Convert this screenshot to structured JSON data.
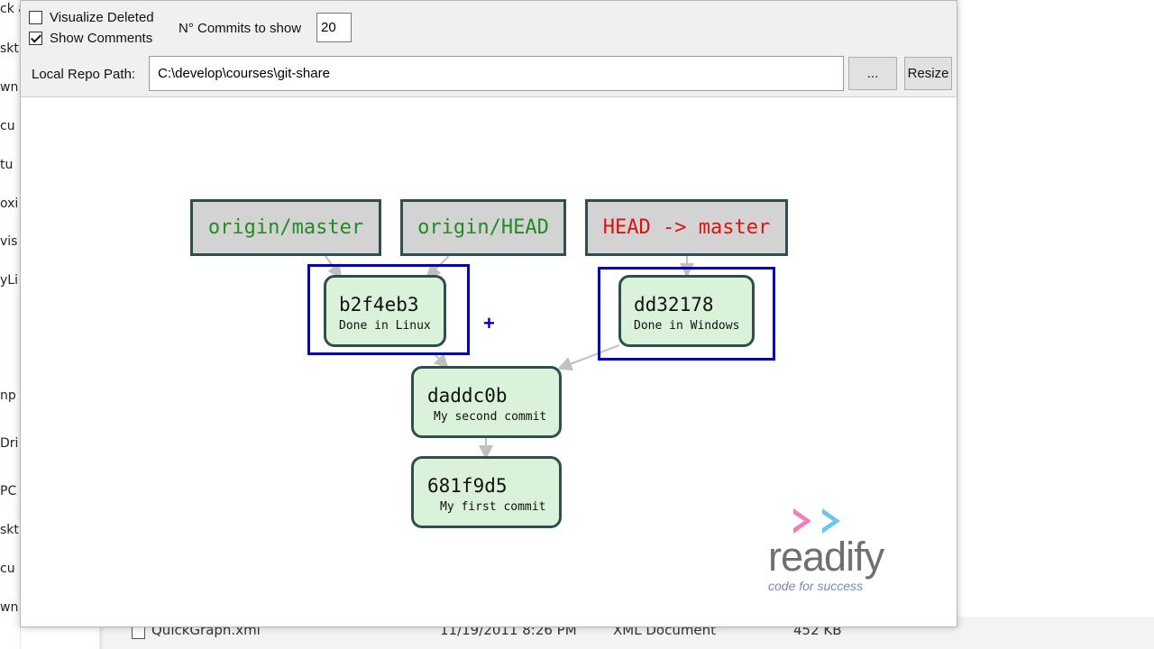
{
  "background": {
    "side_fragments": [
      "ck a",
      "skt",
      "wn",
      "cu",
      "tu",
      "oxi",
      "vis",
      "yLi",
      "np",
      "Dri",
      "PC",
      "skt",
      "cu",
      "wn"
    ],
    "file_row": {
      "name": "QuickGraph.xml",
      "date": "11/19/2011 8:26 PM",
      "type": "XML Document",
      "size": "452 KB"
    }
  },
  "toolbar": {
    "visualize_deleted": {
      "label": "Visualize Deleted",
      "checked": false
    },
    "show_comments": {
      "label": "Show Comments",
      "checked": true
    },
    "commits_label": "N° Commits to show",
    "commits_value": "20",
    "repo_label": "Local Repo Path:",
    "repo_path": "C:\\develop\\courses\\git-share",
    "browse_label": "...",
    "resize_label": "Resize"
  },
  "graph": {
    "refs": [
      {
        "label": "origin/master",
        "color": "#228b22"
      },
      {
        "label": "origin/HEAD",
        "color": "#228b22"
      },
      {
        "label": "HEAD -> master",
        "color": "#dd1111"
      }
    ],
    "commits": [
      {
        "sha": "b2f4eb3",
        "message": "Done in Linux",
        "selected": true
      },
      {
        "sha": "dd32178",
        "message": "Done in Windows",
        "selected": true
      },
      {
        "sha": "daddc0b",
        "message": "My second commit",
        "selected": false
      },
      {
        "sha": "681f9d5",
        "message": "My first commit",
        "selected": false
      }
    ],
    "plus_glyph": "+",
    "edge_color": "#c0c0c0",
    "selection_color": "#0000bb"
  },
  "logo": {
    "name": "readify",
    "tagline": "code for success",
    "chevron_colors": [
      "#ef7fb8",
      "#6ec6ec"
    ]
  }
}
